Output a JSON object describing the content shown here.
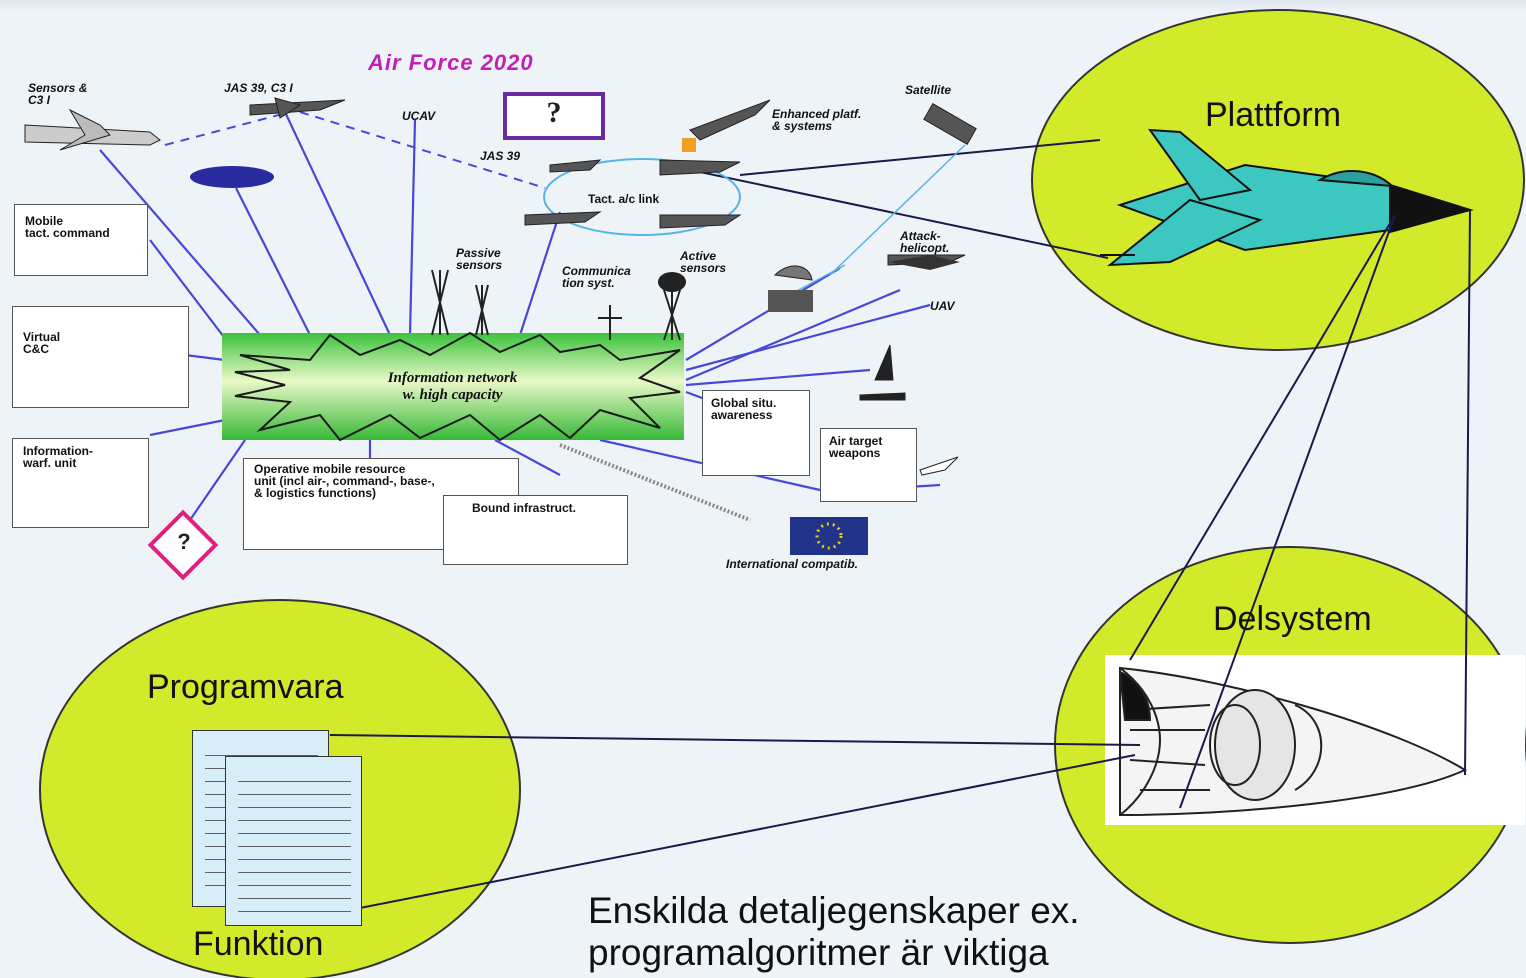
{
  "title": "Air Force 2020",
  "network": {
    "line1": "Information network",
    "line2": "w. high capacity"
  },
  "labels": {
    "sensors": "Sensors &\nC3 I",
    "jas_c3i": "JAS 39, C3 I",
    "ucav": "UCAV",
    "jas39": "JAS 39",
    "enhanced": "Enhanced platf.\n& systems",
    "satellite": "Satellite",
    "tact_link": "Tact. a/c link",
    "passive": "Passive\nsensors",
    "active": "Active\nsensors",
    "communication": "Communica\ntion syst.",
    "attack_heli": "Attack-\nhelicopt.",
    "uav": "UAV",
    "mobile_tact": "Mobile\ntact. command",
    "virtual_cc": "Virtual\nC&C",
    "info_warf": "Information-\nwarf. unit",
    "global_situ": "Global situ.\nawareness",
    "air_target": "Air target\nweapons",
    "operative": "Operative mobile resource\nunit (incl air-, command-, base-,\n& logistics functions)",
    "bound_infra": "Bound infrastruct.",
    "international": "International compatib.",
    "question": "?"
  },
  "circles": {
    "plattform": "Plattform",
    "delsystem": "Delsystem",
    "programvara": "Programvara",
    "funktion": "Funktion"
  },
  "caption": {
    "line1": "Enskilda detaljegenskaper ex.",
    "line2": "programalgoritmer är viktiga"
  },
  "colors": {
    "circle_fill": "#d2ea2a",
    "title_color": "#c21fb8",
    "network_green": "#3cc23c",
    "link_blue": "#4848d8",
    "question_magenta": "#e0207a",
    "question_purple": "#6a2aa0"
  }
}
